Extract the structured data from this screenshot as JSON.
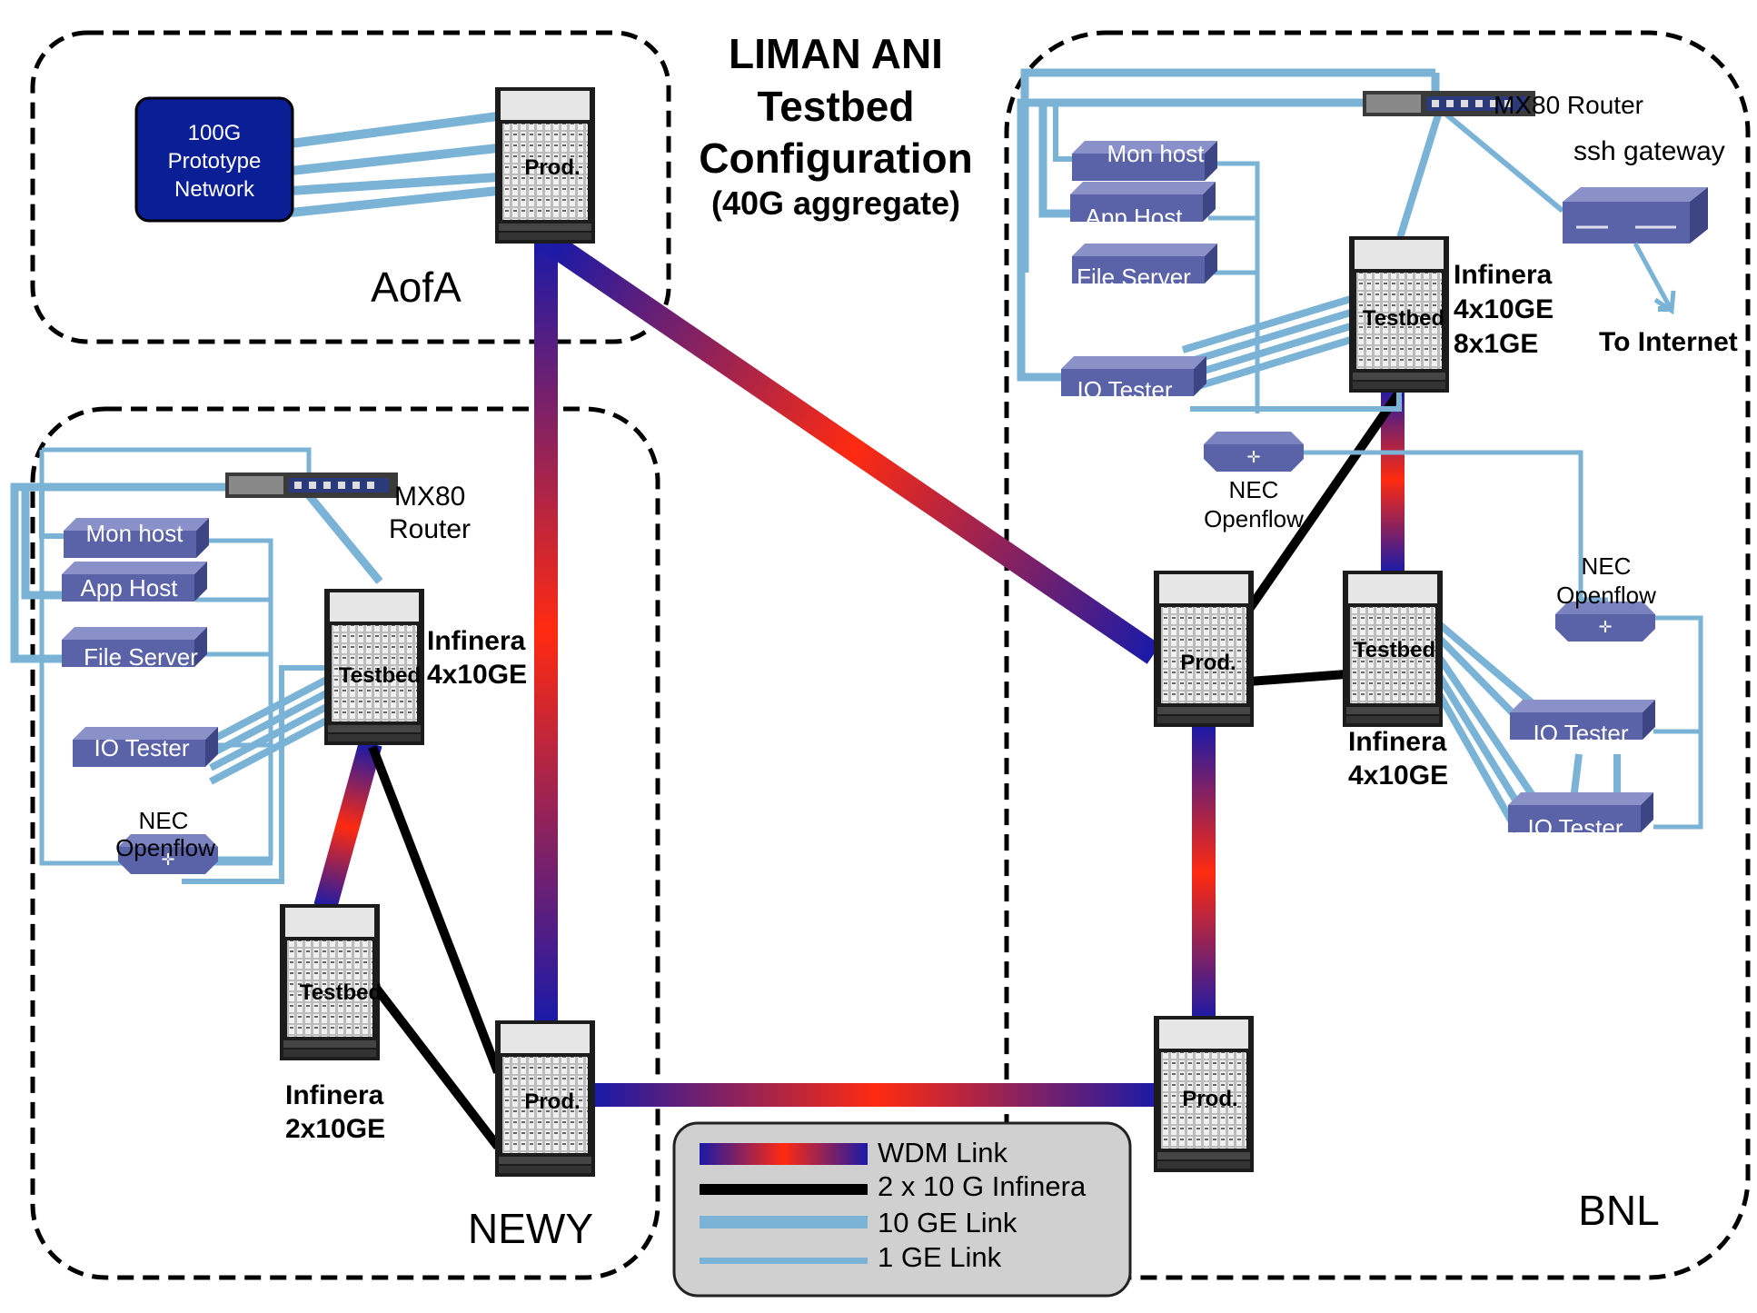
{
  "title": {
    "line1": "LIMAN ANI",
    "line2": "Testbed",
    "line3": "Configuration",
    "line4": "(40G aggregate)"
  },
  "colors": {
    "wdm_start": "#1a1aa8",
    "wdm_mid": "#ff2a10",
    "infinera_link": "#000000",
    "ge_link": "#7ab3d6",
    "device_blue": "#5a62a8",
    "network_box": "#0a1e96",
    "legend_bg": "#d0d0d0"
  },
  "sites": {
    "aofa": "AofA",
    "newy": "NEWY",
    "bnl": "BNL"
  },
  "network": {
    "line1": "100G",
    "line2": "Prototype",
    "line3": "Network"
  },
  "routers": {
    "aofa_prod": "Prod.",
    "newy_prod": "Prod.",
    "bnl_prod_top": "Prod.",
    "bnl_prod_bottom": "Prod.",
    "newy_testbed_top": "Testbed",
    "newy_testbed_bottom": "Testbed",
    "bnl_testbed_top": "Testbed",
    "bnl_testbed_mid": "Testbed"
  },
  "labels": {
    "newy_infinera_top_1": "Infinera",
    "newy_infinera_top_2": "4x10GE",
    "newy_infinera_bottom_1": "Infinera",
    "newy_infinera_bottom_2": "2x10GE",
    "bnl_infinera_top_1": "Infinera",
    "bnl_infinera_top_2": "4x10GE",
    "bnl_infinera_top_3": "8x1GE",
    "bnl_infinera_mid_1": "Infinera",
    "bnl_infinera_mid_2": "4x10GE",
    "newy_mx80_1": "MX80",
    "newy_mx80_2": "Router",
    "bnl_mx80": "MX80 Router",
    "ssh_gateway": "ssh gateway",
    "to_internet": "To Internet",
    "nec": "NEC",
    "openflow": "Openflow"
  },
  "hosts": {
    "mon_host": "Mon host",
    "app_host": "App Host",
    "file_server": "File Server",
    "io_tester": "IO Tester"
  },
  "legend": {
    "wdm": "WDM Link",
    "infinera": "2 x 10 G Infinera",
    "ge10": "10 GE Link",
    "ge1": "1 GE Link"
  }
}
